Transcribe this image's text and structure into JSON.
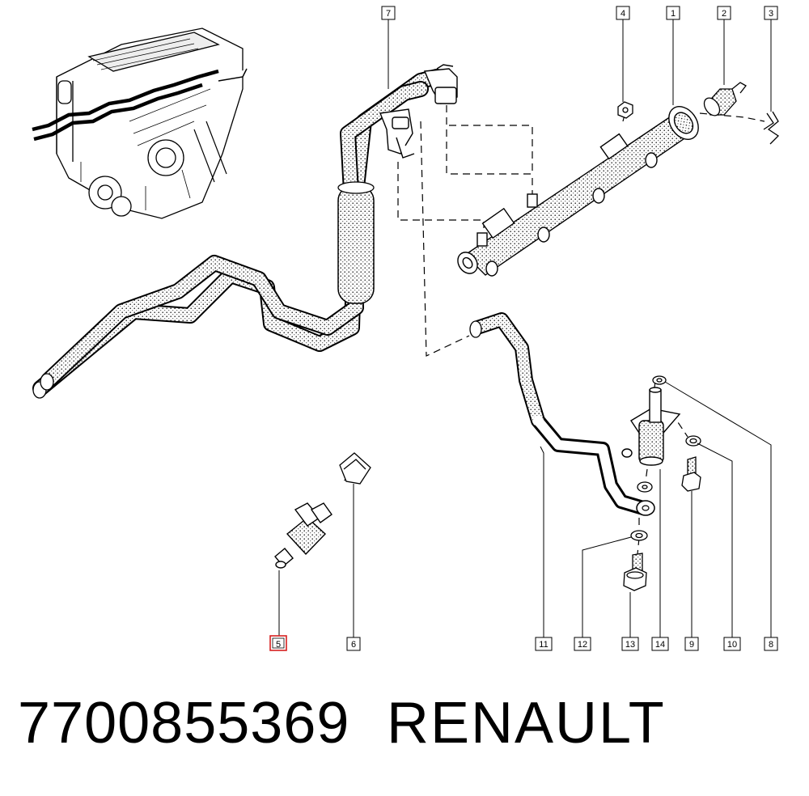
{
  "callouts": {
    "c1": "1",
    "c2": "2",
    "c3": "3",
    "c4": "4",
    "c5": "5",
    "c6": "6",
    "c7": "7",
    "c8": "8",
    "c9": "9",
    "c10": "10",
    "c11": "11",
    "c12": "12",
    "c13": "13",
    "c14": "14"
  },
  "highlighted_callout": "5",
  "highlight_color": "#d62020",
  "caption": {
    "part_number": "7700855369",
    "brand": "RENAULT"
  }
}
